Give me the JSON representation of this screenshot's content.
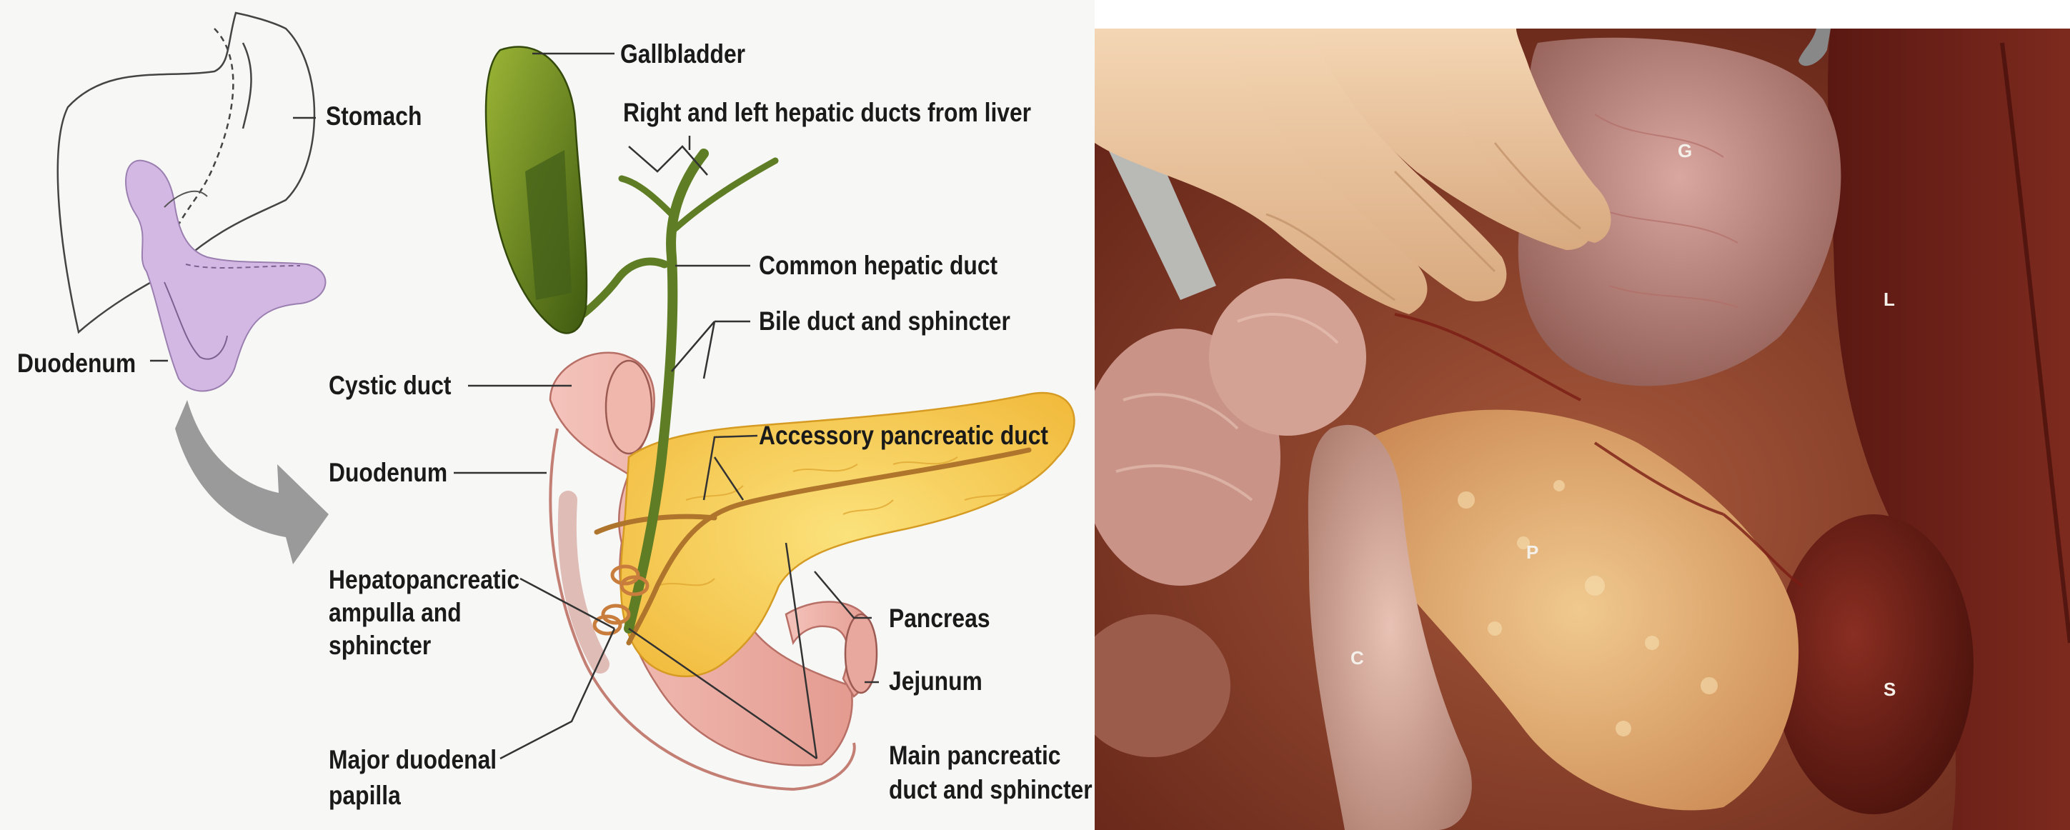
{
  "diagram": {
    "labels": {
      "stomach": "Stomach",
      "duodenum_inset": "Duodenum",
      "gallbladder": "Gallbladder",
      "hepatic_ducts": "Right and left hepatic ducts from liver",
      "common_hepatic_duct": "Common hepatic duct",
      "bile_duct": "Bile duct and sphincter",
      "cystic_duct": "Cystic duct",
      "accessory_duct": "Accessory pancreatic duct",
      "duodenum_main": "Duodenum",
      "ampulla_line1": "Hepatopancreatic",
      "ampulla_line2": "ampulla and",
      "ampulla_line3": "sphincter",
      "pancreas": "Pancreas",
      "jejunum": "Jejunum",
      "papilla_line1": "Major duodenal",
      "papilla_line2": "papilla",
      "main_duct_line1": "Main pancreatic",
      "main_duct_line2": "duct and sphincter"
    },
    "colors": {
      "pancreas": "#f6c94a",
      "duodenum": "#eba9a0",
      "gallbladder": "#5d7a1c",
      "duct": "#5f7d24",
      "inset_organ": "#d4b8e4"
    }
  },
  "photo": {
    "labels": {
      "g": "G",
      "l": "L",
      "p": "P",
      "c": "C",
      "s": "S"
    }
  }
}
